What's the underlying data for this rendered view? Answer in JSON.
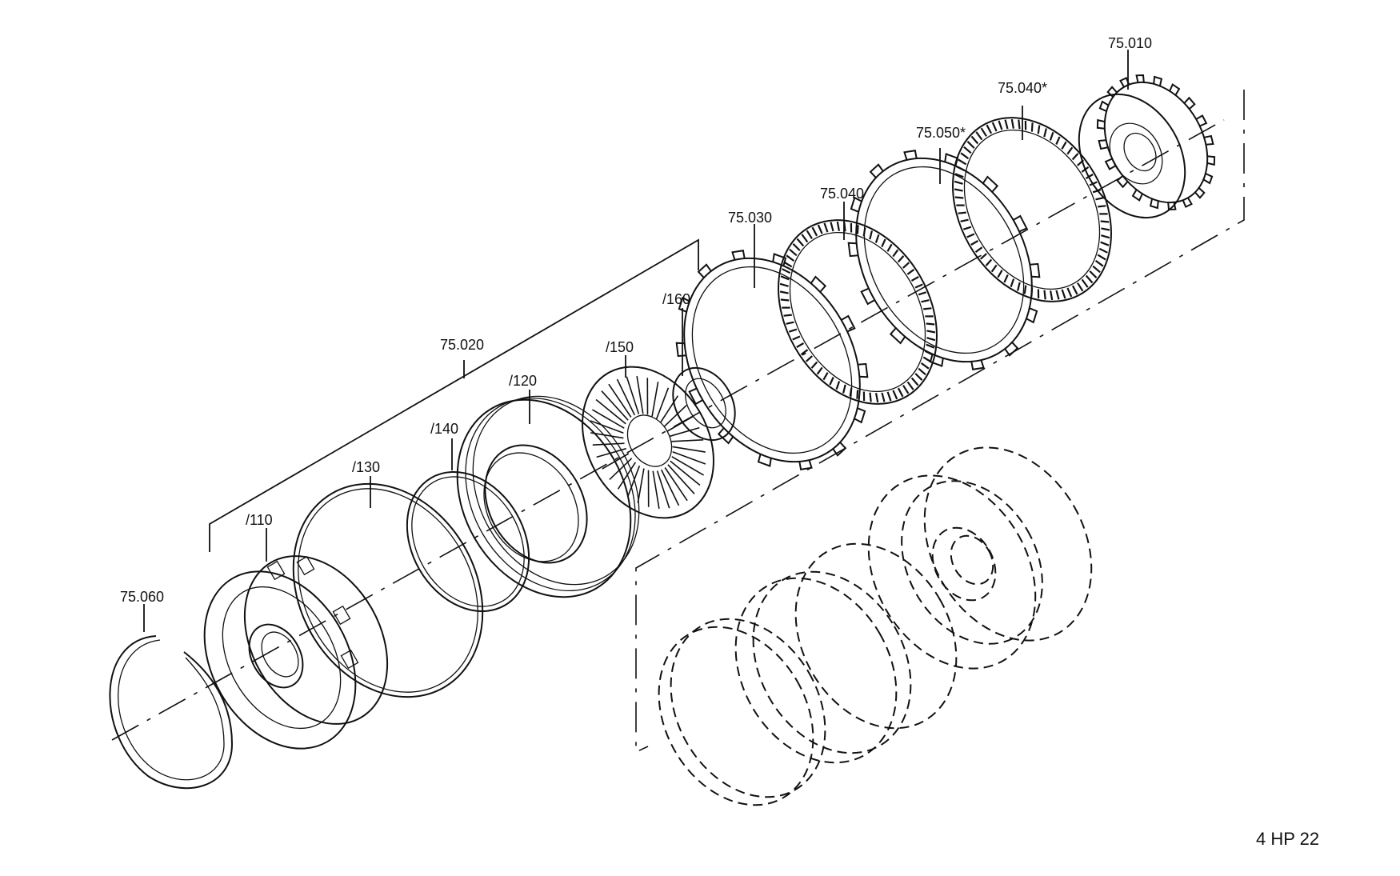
{
  "diagram": {
    "model_label": "4 HP 22",
    "callouts": [
      {
        "id": "75.010",
        "text": "75.010"
      },
      {
        "id": "75.040-star",
        "text": "75.040*"
      },
      {
        "id": "75.050-star",
        "text": "75.050*"
      },
      {
        "id": "75.040",
        "text": "75.040"
      },
      {
        "id": "75.030",
        "text": "75.030"
      },
      {
        "id": "160",
        "text": "/160"
      },
      {
        "id": "150",
        "text": "/150"
      },
      {
        "id": "120",
        "text": "/120"
      },
      {
        "id": "75.020",
        "text": "75.020"
      },
      {
        "id": "140",
        "text": "/140"
      },
      {
        "id": "130",
        "text": "/130"
      },
      {
        "id": "110",
        "text": "/110"
      },
      {
        "id": "75.060",
        "text": "75.060"
      }
    ]
  }
}
